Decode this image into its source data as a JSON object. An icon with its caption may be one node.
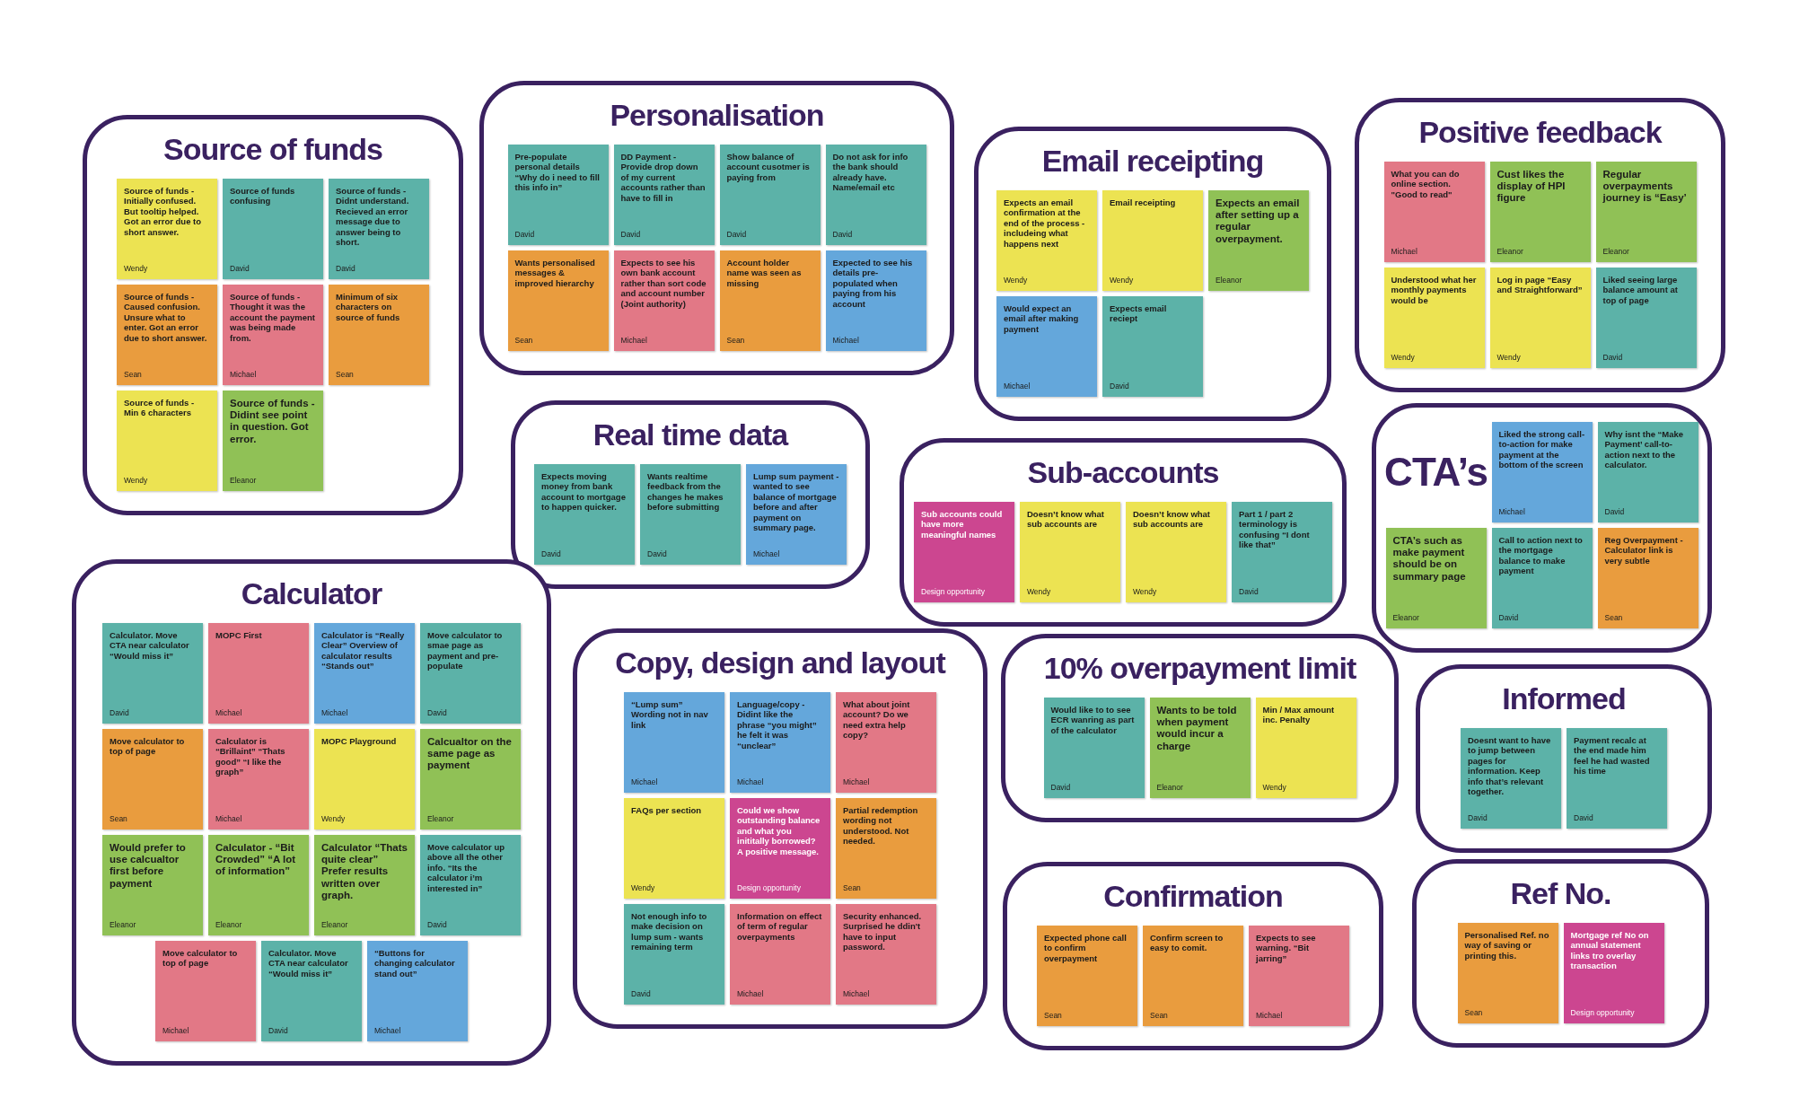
{
  "diagram": {
    "nodes": [
      {
        "text": [
          "Source of funds"
        ]
      },
      {
        "text": [
          "Source of funds - Initially confused. But tooltip helped. Got an error due to short answer.",
          "Wendy"
        ],
        "in": 0
      },
      {
        "text": [
          "Source of funds confusing",
          "David"
        ],
        "in": 0
      },
      {
        "text": [
          "Source of funds - Didnt understand. Recieved an error message due to answer being to short.",
          "David"
        ],
        "in": 0
      },
      {
        "text": [
          "Source of funds - Caused confusion. Unsure what to enter. Got an error due to short answer.",
          "Sean"
        ],
        "in": 0
      },
      {
        "text": [
          "Source of funds - Thought it was the account the payment was being made from.",
          "Michael"
        ],
        "in": 0
      },
      {
        "text": [
          "Minimum of six characters on source of funds",
          "Sean"
        ],
        "in": 0
      },
      {
        "text": [
          "Source of funds - Min 6 characters",
          "Wendy"
        ],
        "in": 0
      },
      {
        "text": [
          "Source of funds - Didint see point in question. Got error.",
          "Eleanor"
        ],
        "in": 0
      },
      {
        "text": [
          "Personalisation"
        ]
      },
      {
        "text": [
          "Pre-populate personal details “Why do i need to fill this info in”",
          "David"
        ],
        "in": 9
      },
      {
        "text": [
          "DD Payment - Provide drop down of my current accounts rather than have to fill in",
          "David"
        ],
        "in": 9
      },
      {
        "text": [
          "Show balance of account cusotmer is paying from",
          "David"
        ],
        "in": 9
      },
      {
        "text": [
          "Do not ask for info the bank should already have. Name/email etc",
          "David"
        ],
        "in": 9
      },
      {
        "text": [
          "Wants personalised messages & improved hierarchy",
          "Sean"
        ],
        "in": 9
      },
      {
        "text": [
          "Expects to see his own bank account rather than sort code and account number (Joint authority)",
          "Michael"
        ],
        "in": 9
      },
      {
        "text": [
          "Account holder name was seen as missing",
          "Sean"
        ],
        "in": 9
      },
      {
        "text": [
          "Expected to see his details pre-populated when paying from his account",
          "Michael"
        ],
        "in": 9
      },
      {
        "text": [
          "Email receipting"
        ]
      },
      {
        "text": [
          "Expects an email confirmation at the end of the process - includeing what happens next",
          "Wendy"
        ],
        "in": 18
      },
      {
        "text": [
          "Email receipting",
          "Wendy"
        ],
        "in": 18
      },
      {
        "text": [
          "Expects an email after setting up a regular overpayment.",
          "Eleanor"
        ],
        "in": 18
      },
      {
        "text": [
          "Would expect an email after making payment",
          "Michael"
        ],
        "in": 18
      },
      {
        "text": [
          "Expects email reciept",
          "David"
        ],
        "in": 18
      },
      {
        "text": [
          "Positive feedback"
        ]
      },
      {
        "text": [
          "What you can do online section. \"Good to read\"",
          "Michael"
        ],
        "in": 24
      },
      {
        "text": [
          "Cust likes the display of HPI figure",
          "Eleanor"
        ],
        "in": 24
      },
      {
        "text": [
          "Regular overpayments journey is “Easy’",
          "Eleanor"
        ],
        "in": 24
      },
      {
        "text": [
          "Understood what her monthly payments would be",
          "Wendy"
        ],
        "in": 24
      },
      {
        "text": [
          "Log in page “Easy and Straightforward”",
          "Wendy"
        ],
        "in": 24
      },
      {
        "text": [
          "Liked seeing large balance amount at top of page",
          "David"
        ],
        "in": 24
      },
      {
        "text": [
          "Real time data"
        ]
      },
      {
        "text": [
          "Expects moving money from bank account to mortgage to happen quicker.",
          "David"
        ],
        "in": 31
      },
      {
        "text": [
          "Wants realtime feedback from the changes he makes before submitting",
          "David"
        ],
        "in": 31
      },
      {
        "text": [
          "Lump sum payment - wanted to see balance of mortgage before and after payment on summary page.",
          "Michael"
        ],
        "in": 31
      },
      {
        "text": [
          "Sub-accounts"
        ]
      },
      {
        "text": [
          "Sub accounts could have more meaningful names",
          "Design opportunity"
        ],
        "in": 35
      },
      {
        "text": [
          "Doesn’t know what sub accounts are",
          "Wendy"
        ],
        "in": 35
      },
      {
        "text": [
          "Doesn’t know what sub accounts are",
          "Wendy"
        ],
        "in": 35
      },
      {
        "text": [
          "Part 1 / part 2 terminology is confusing “I dont like that”",
          "David"
        ],
        "in": 35
      },
      {
        "text": [
          "CTA’s"
        ]
      },
      {
        "text": [
          "Liked the strong call-to-action for make payment at the bottom of the screen",
          "Michael"
        ],
        "in": 40
      },
      {
        "text": [
          "Why isnt the “Make Payment’ call-to-action next to the calculator.",
          "David"
        ],
        "in": 40
      },
      {
        "text": [
          "CTA’s such as make payment should be on summary page",
          "Eleanor"
        ],
        "in": 40
      },
      {
        "text": [
          "Call to action next to the mortgage balance to make payment",
          "David"
        ],
        "in": 40
      },
      {
        "text": [
          "Reg Overpayment - Calculator link is very subtle",
          "Sean"
        ],
        "in": 40
      },
      {
        "text": [
          "Calculator"
        ]
      },
      {
        "text": [
          "Calculator. Move CTA near calculator “Would miss it”",
          "David"
        ],
        "in": 46
      },
      {
        "text": [
          "MOPC First",
          "Michael"
        ],
        "in": 46
      },
      {
        "text": [
          "Calculator is “Really Clear” Overview of calculator results “Stands out”",
          "Michael"
        ],
        "in": 46
      },
      {
        "text": [
          "Move calculator to smae page as payment and pre-populate",
          "David"
        ],
        "in": 46
      },
      {
        "text": [
          "Move calculator to top of page",
          "Sean"
        ],
        "in": 46
      },
      {
        "text": [
          "Calculator is “Brillaint” “Thats good” “I like the graph”",
          "Michael"
        ],
        "in": 46
      },
      {
        "text": [
          "MOPC Playground",
          "Wendy"
        ],
        "in": 46
      },
      {
        "text": [
          "Calcualtor on the same page as payment",
          "Eleanor"
        ],
        "in": 46
      },
      {
        "text": [
          "Would prefer to use calcualtor first before payment",
          "Eleanor"
        ],
        "in": 46
      },
      {
        "text": [
          "Calculator - “Bit Crowded” “A lot of information”",
          "Eleanor"
        ],
        "in": 46
      },
      {
        "text": [
          "Calculator “Thats quite clear” Prefer results written over graph.",
          "Eleanor"
        ],
        "in": 46
      },
      {
        "text": [
          "Move calculator up above all the other info. “Its the calculator i’m interested in”",
          "David"
        ],
        "in": 46
      },
      {
        "text": [
          "Move calculator to top of page",
          "Michael"
        ],
        "in": 46
      },
      {
        "text": [
          "Calculator. Move CTA near calculator “Would miss it”",
          "David"
        ],
        "in": 46
      },
      {
        "text": [
          "“Buttons for changing calculator stand out”",
          "Michael"
        ],
        "in": 46
      },
      {
        "text": [
          "Copy, design and layout"
        ]
      },
      {
        "text": [
          "“Lump sum” Wording not in nav link",
          "Michael"
        ],
        "in": 62
      },
      {
        "text": [
          "Language/copy - Didint like the phrase “you might” he felt it was “unclear”",
          "Michael"
        ],
        "in": 62
      },
      {
        "text": [
          "What about joint account? Do we need extra help copy?",
          "Michael"
        ],
        "in": 62
      },
      {
        "text": [
          "FAQs per section",
          "Wendy"
        ],
        "in": 62
      },
      {
        "text": [
          "Could we show outstanding balance and what you inititally borrowed? A positive message.",
          "Design opportunity"
        ],
        "in": 62
      },
      {
        "text": [
          "Partial redemption wording not understood. Not needed.",
          "Sean"
        ],
        "in": 62
      },
      {
        "text": [
          "Not enough info to make decision on lump sum - wants remaining term",
          "David"
        ],
        "in": 62
      },
      {
        "text": [
          "Information on effect of term of regular overpayments",
          "Michael"
        ],
        "in": 62
      },
      {
        "text": [
          "Security enhanced. Surprised he ddin't have to input password.",
          "Michael"
        ],
        "in": 62
      },
      {
        "text": [
          "10% overpayment limit"
        ]
      },
      {
        "text": [
          "Would like to to see ECR wanring as part of the calculator",
          "David"
        ],
        "in": 72
      },
      {
        "text": [
          "Wants to be told when payment would incur a charge",
          "Eleanor"
        ],
        "in": 72
      },
      {
        "text": [
          "Min / Max amount inc. Penalty",
          "Wendy"
        ],
        "in": 72
      },
      {
        "text": [
          "Informed"
        ]
      },
      {
        "text": [
          "Doesnt want to have to jump between pages for information. Keep info that’s relevant together.",
          "David"
        ],
        "in": 76
      },
      {
        "text": [
          "Payment recalc at the end made him feel he had wasted his time",
          "David"
        ],
        "in": 76
      },
      {
        "text": [
          "Confirmation"
        ]
      },
      {
        "text": [
          "Expected phone call to confirm overpayment",
          "Sean"
        ],
        "in": 79
      },
      {
        "text": [
          "Confirm screen to easy to comit.",
          "Sean"
        ],
        "in": 79
      },
      {
        "text": [
          "Expects to see warning. “Bit jarring”",
          "Michael"
        ],
        "in": 79
      },
      {
        "text": [
          "Ref No."
        ]
      },
      {
        "text": [
          "Personalised Ref. no way of saving or printing this.",
          "Sean"
        ],
        "in": 83
      },
      {
        "text": [
          "Mortgage ref No on annual statement links tro overlay transaction",
          "Design opportunity"
        ],
        "in": 83
      }
    ]
  }
}
